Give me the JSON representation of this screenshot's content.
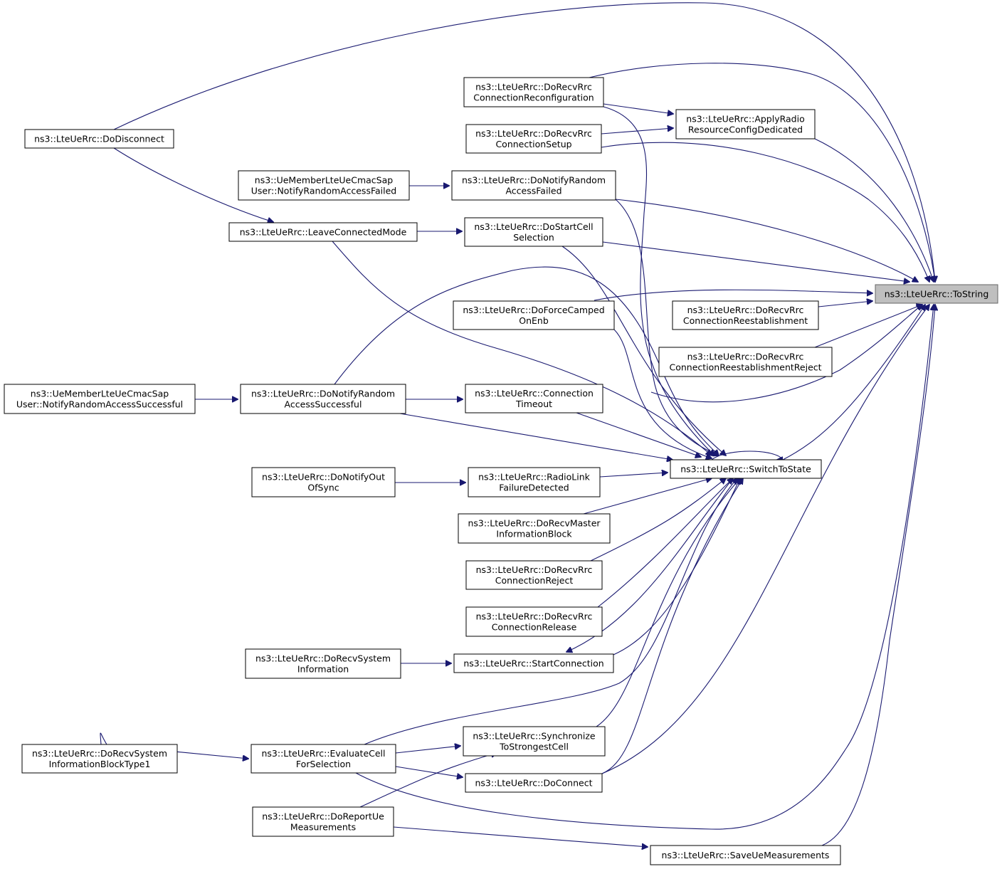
{
  "nodes": [
    {
      "id": "tostring",
      "lines": [
        "ns3::LteUeRrc::ToString"
      ],
      "root": true
    },
    {
      "id": "switchtostate",
      "lines": [
        "ns3::LteUeRrc::SwitchToState"
      ]
    },
    {
      "id": "dorecvrrcconnreconf",
      "lines": [
        "ns3::LteUeRrc::DoRecvRrc",
        "ConnectionReconfiguration"
      ]
    },
    {
      "id": "applyradio",
      "lines": [
        "ns3::LteUeRrc::ApplyRadio",
        "ResourceConfigDedicated"
      ]
    },
    {
      "id": "dorecvrrcconnsetup",
      "lines": [
        "ns3::LteUeRrc::DoRecvRrc",
        "ConnectionSetup"
      ]
    },
    {
      "id": "dodisconnect",
      "lines": [
        "ns3::LteUeRrc::DoDisconnect"
      ]
    },
    {
      "id": "uememberfailed",
      "lines": [
        "ns3::UeMemberLteUeCmacSap",
        "User::NotifyRandomAccessFailed"
      ]
    },
    {
      "id": "donotifyrandomfailed",
      "lines": [
        "ns3::LteUeRrc::DoNotifyRandom",
        "AccessFailed"
      ]
    },
    {
      "id": "leaveconnectedmode",
      "lines": [
        "ns3::LteUeRrc::LeaveConnectedMode"
      ]
    },
    {
      "id": "dostartcellselection",
      "lines": [
        "ns3::LteUeRrc::DoStartCell",
        "Selection"
      ]
    },
    {
      "id": "doforcecamped",
      "lines": [
        "ns3::LteUeRrc::DoForceCamped",
        "OnEnb"
      ]
    },
    {
      "id": "dorecvrrcconnreest",
      "lines": [
        "ns3::LteUeRrc::DoRecvRrc",
        "ConnectionReestablishment"
      ]
    },
    {
      "id": "dorecvrrcconnreestreject",
      "lines": [
        "ns3::LteUeRrc::DoRecvRrc",
        "ConnectionReestablishmentReject"
      ]
    },
    {
      "id": "uemembersuccess",
      "lines": [
        "ns3::UeMemberLteUeCmacSap",
        "User::NotifyRandomAccessSuccessful"
      ]
    },
    {
      "id": "donotifyrandomsuccess",
      "lines": [
        "ns3::LteUeRrc::DoNotifyRandom",
        "AccessSuccessful"
      ]
    },
    {
      "id": "connectiontimeout",
      "lines": [
        "ns3::LteUeRrc::Connection",
        "Timeout"
      ]
    },
    {
      "id": "donotifyoutofsync",
      "lines": [
        "ns3::LteUeRrc::DoNotifyOut",
        "OfSync"
      ]
    },
    {
      "id": "radiolinkfailure",
      "lines": [
        "ns3::LteUeRrc::RadioLink",
        "FailureDetected"
      ]
    },
    {
      "id": "dorecvmib",
      "lines": [
        "ns3::LteUeRrc::DoRecvMaster",
        "InformationBlock"
      ]
    },
    {
      "id": "dorecvrrcconnreject",
      "lines": [
        "ns3::LteUeRrc::DoRecvRrc",
        "ConnectionReject"
      ]
    },
    {
      "id": "dorecvrrcconnrelease",
      "lines": [
        "ns3::LteUeRrc::DoRecvRrc",
        "ConnectionRelease"
      ]
    },
    {
      "id": "dorecvsysinfo",
      "lines": [
        "ns3::LteUeRrc::DoRecvSystem",
        "Information"
      ]
    },
    {
      "id": "startconnection",
      "lines": [
        "ns3::LteUeRrc::StartConnection"
      ]
    },
    {
      "id": "dorecvsib1",
      "lines": [
        "ns3::LteUeRrc::DoRecvSystem",
        "InformationBlockType1"
      ]
    },
    {
      "id": "evaluatecell",
      "lines": [
        "ns3::LteUeRrc::EvaluateCell",
        "ForSelection"
      ]
    },
    {
      "id": "synchronize",
      "lines": [
        "ns3::LteUeRrc::Synchronize",
        "ToStrongestCell"
      ]
    },
    {
      "id": "doconnect",
      "lines": [
        "ns3::LteUeRrc::DoConnect"
      ]
    },
    {
      "id": "doreportue",
      "lines": [
        "ns3::LteUeRrc::DoReportUe",
        "Measurements"
      ]
    },
    {
      "id": "saveuemeasurements",
      "lines": [
        "ns3::LteUeRrc::SaveUeMeasurements"
      ]
    }
  ],
  "edges": [
    {
      "from": "dodisconnect",
      "to": "tostring"
    },
    {
      "from": "dodisconnect",
      "to": "leaveconnectedmode"
    },
    {
      "from": "dorecvrrcconnreconf",
      "to": "tostring"
    },
    {
      "from": "dorecvrrcconnreconf",
      "to": "applyradio"
    },
    {
      "from": "dorecvrrcconnreconf",
      "to": "switchtostate"
    },
    {
      "from": "dorecvrrcconnsetup",
      "to": "applyradio"
    },
    {
      "from": "dorecvrrcconnsetup",
      "to": "tostring"
    },
    {
      "from": "dorecvrrcconnsetup",
      "to": "switchtostate"
    },
    {
      "from": "applyradio",
      "to": "tostring"
    },
    {
      "from": "uememberfailed",
      "to": "donotifyrandomfailed"
    },
    {
      "from": "donotifyrandomfailed",
      "to": "tostring"
    },
    {
      "from": "donotifyrandomfailed",
      "to": "switchtostate"
    },
    {
      "from": "leaveconnectedmode",
      "to": "dostartcellselection"
    },
    {
      "from": "leaveconnectedmode",
      "to": "switchtostate"
    },
    {
      "from": "dostartcellselection",
      "to": "tostring"
    },
    {
      "from": "dostartcellselection",
      "to": "switchtostate"
    },
    {
      "from": "doforcecamped",
      "to": "tostring"
    },
    {
      "from": "doforcecamped",
      "to": "switchtostate"
    },
    {
      "from": "dorecvrrcconnreest",
      "to": "tostring"
    },
    {
      "from": "dorecvrrcconnreestreject",
      "to": "tostring"
    },
    {
      "from": "uemembersuccess",
      "to": "donotifyrandomsuccess"
    },
    {
      "from": "donotifyrandomsuccess",
      "to": "connectiontimeout"
    },
    {
      "from": "donotifyrandomsuccess",
      "to": "switchtostate"
    },
    {
      "from": "donotifyrandomsuccess",
      "to": "switchtostate"
    },
    {
      "from": "connectiontimeout",
      "to": "switchtostate"
    },
    {
      "from": "donotifyoutofsync",
      "to": "radiolinkfailure"
    },
    {
      "from": "radiolinkfailure",
      "to": "switchtostate"
    },
    {
      "from": "dorecvmib",
      "to": "switchtostate"
    },
    {
      "from": "dorecvrrcconnreject",
      "to": "switchtostate"
    },
    {
      "from": "dorecvrrcconnrelease",
      "to": "switchtostate"
    },
    {
      "from": "dorecvsysinfo",
      "to": "startconnection"
    },
    {
      "from": "switchtostate",
      "to": "startconnection"
    },
    {
      "from": "startconnection",
      "to": "switchtostate"
    },
    {
      "from": "switchtostate",
      "to": "switchtostate"
    },
    {
      "from": "switchtostate",
      "to": "tostring"
    },
    {
      "from": "dorecvsib1",
      "to": "evaluatecell"
    },
    {
      "from": "evaluatecell",
      "to": "synchronize"
    },
    {
      "from": "evaluatecell",
      "to": "doconnect"
    },
    {
      "from": "evaluatecell",
      "to": "switchtostate"
    },
    {
      "from": "evaluatecell",
      "to": "tostring"
    },
    {
      "from": "synchronize",
      "to": "switchtostate"
    },
    {
      "from": "doconnect",
      "to": "switchtostate"
    },
    {
      "from": "doconnect",
      "to": "tostring"
    },
    {
      "from": "doreportue",
      "to": "synchronize"
    },
    {
      "from": "doreportue",
      "to": "saveuemeasurements"
    },
    {
      "from": "saveuemeasurements",
      "to": "tostring"
    }
  ]
}
